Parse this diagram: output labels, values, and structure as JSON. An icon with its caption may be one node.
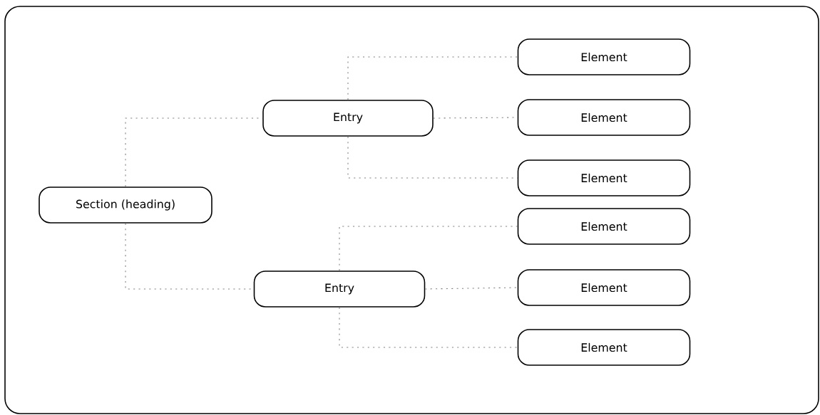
{
  "diagram": {
    "nodes": [
      {
        "text": [
          "Section (heading)"
        ]
      },
      {
        "text": [
          "Entry"
        ]
      },
      {
        "text": [
          "Element"
        ]
      },
      {
        "text": [
          "Element"
        ]
      },
      {
        "text": [
          "Element"
        ]
      },
      {
        "text": [
          "Entry"
        ]
      },
      {
        "text": [
          "Element"
        ]
      },
      {
        "text": [
          "Element"
        ]
      },
      {
        "text": [
          "Element"
        ]
      }
    ],
    "edges": [
      {
        "from": 0,
        "to": 1,
        "arrow": "none",
        "style": "dashed"
      },
      {
        "from": 0,
        "to": 5,
        "arrow": "none",
        "style": "dashed"
      },
      {
        "from": 1,
        "to": 2,
        "arrow": "none",
        "style": "dashed"
      },
      {
        "from": 1,
        "to": 3,
        "arrow": "none",
        "style": "dashed"
      },
      {
        "from": 1,
        "to": 4,
        "arrow": "none",
        "style": "dashed"
      },
      {
        "from": 5,
        "to": 6,
        "arrow": "none",
        "style": "dashed"
      },
      {
        "from": 5,
        "to": 7,
        "arrow": "none",
        "style": "dashed"
      },
      {
        "from": 5,
        "to": 8,
        "arrow": "none",
        "style": "dashed"
      }
    ]
  }
}
